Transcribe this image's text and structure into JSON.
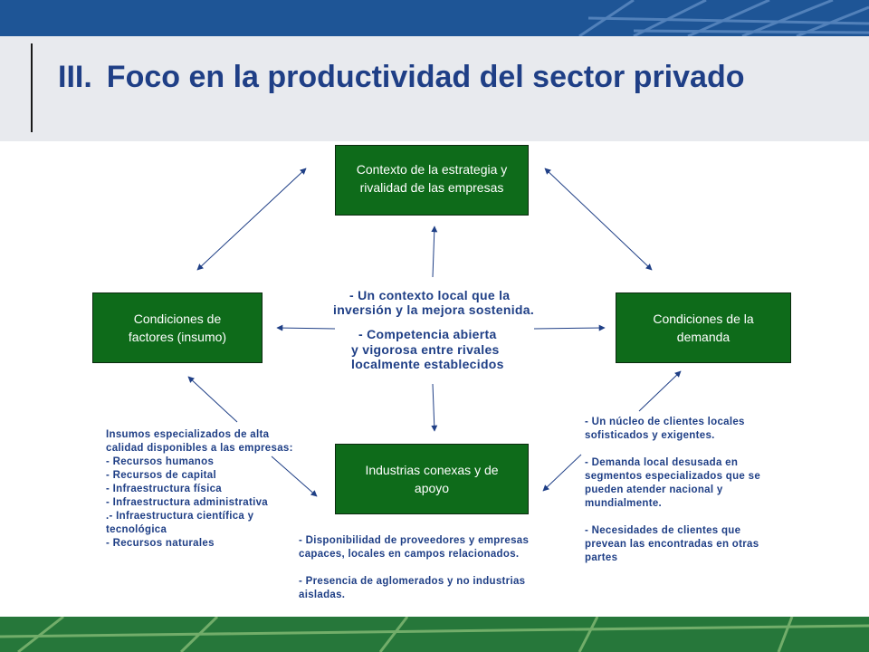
{
  "slide": {
    "title_number": "III.",
    "title_text": "Foco en la productividad del sector privado"
  },
  "boxes": {
    "top": [
      "Contexto de la estrategia y",
      "rivalidad de las empresas"
    ],
    "left": [
      "Condiciones de",
      "factores (insumo)"
    ],
    "right": [
      "Condiciones de la",
      "demanda"
    ],
    "bottom": [
      "Industrias conexas y de",
      "apoyo"
    ]
  },
  "center": {
    "line1": "- Un contexto local que la",
    "line2": "inversión y la mejora sostenida.",
    "line3": "- Competencia abierta",
    "line4": "y vigorosa entre rivales",
    "line5": "localmente establecidos"
  },
  "left_list": [
    "Insumos especializados de alta",
    "calidad disponibles a las empresas:",
    "- Recursos humanos",
    "- Recursos de capital",
    "- Infraestructura física",
    "- Infraestructura administrativa",
    ".- Infraestructura científica y",
    "tecnológica",
    "- Recursos naturales"
  ],
  "right_list": [
    "- Un núcleo de clientes locales",
    "sofisticados y exigentes.",
    "",
    "- Demanda local desusada en",
    "segmentos especializados que se",
    "pueden atender nacional y",
    "mundialmente.",
    "",
    "- Necesidades de clientes que",
    "prevean las encontradas en otras",
    "partes"
  ],
  "bottom_list": [
    "- Disponibilidad de proveedores y empresas",
    "capaces, locales en campos relacionados.",
    "",
    "- Presencia de aglomerados y no industrias",
    "aisladas."
  ],
  "colors": {
    "top_bar": "#1e5596",
    "header_band": "#e8eaee",
    "title": "#1f3f86",
    "box_fill": "#0e6b1a",
    "bottom_bar": "#26773a",
    "arrow": "#1f3f86"
  }
}
